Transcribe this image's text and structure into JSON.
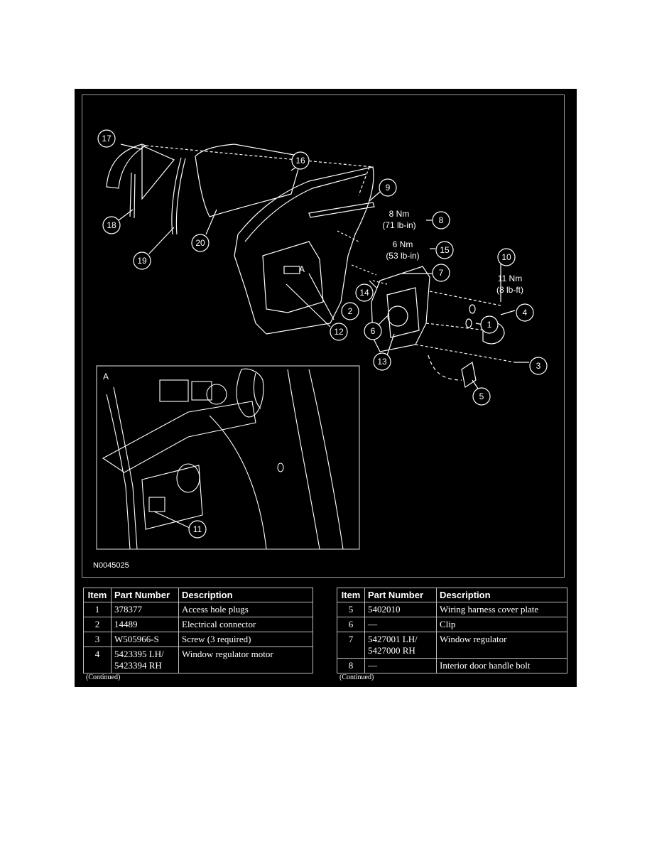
{
  "figure": {
    "id": "N0045025",
    "inset_label": "A",
    "callouts": {
      "c1": "1",
      "c2": "2",
      "c3": "3",
      "c4": "4",
      "c5": "5",
      "c6": "6",
      "c7": "7",
      "c8": "8",
      "c9": "9",
      "c10": "10",
      "c11": "11",
      "c12": "12",
      "c13": "13",
      "c14": "14",
      "c15": "15",
      "c16": "16",
      "c17": "17",
      "c18": "18",
      "c19": "19",
      "c20": "20",
      "detail_a": "A"
    },
    "torques": {
      "t8_nm": "8 Nm",
      "t8_lb": "(71 lb-in)",
      "t15_nm": "6 Nm",
      "t15_lb": "(53 lb-in)",
      "t10_nm": "11 Nm",
      "t10_lb": "(8 lb-ft)"
    }
  },
  "table_left": {
    "headers": [
      "Item",
      "Part Number",
      "Description"
    ],
    "rows": [
      {
        "item": "1",
        "part": "378377",
        "part2": "",
        "desc": "Access hole plugs"
      },
      {
        "item": "2",
        "part": "14489",
        "part2": "",
        "desc": "Electrical connector"
      },
      {
        "item": "3",
        "part": "W505966-S",
        "part2": "",
        "desc": "Screw (3 required)"
      },
      {
        "item": "4",
        "part": "5423395 LH/",
        "part2": "5423394 RH",
        "desc": "Window regulator motor"
      }
    ],
    "footer": "(Continued)"
  },
  "table_right": {
    "headers": [
      "Item",
      "Part Number",
      "Description"
    ],
    "rows": [
      {
        "item": "5",
        "part": "5402010",
        "part2": "",
        "desc": "Wiring harness cover plate"
      },
      {
        "item": "6",
        "part": "—",
        "part2": "",
        "desc": "Clip"
      },
      {
        "item": "7",
        "part": "5427001 LH/",
        "part2": "5427000 RH",
        "desc": "Window regulator"
      },
      {
        "item": "8",
        "part": "—",
        "part2": "",
        "desc": "Interior door handle bolt"
      }
    ],
    "footer": "(Continued)"
  }
}
